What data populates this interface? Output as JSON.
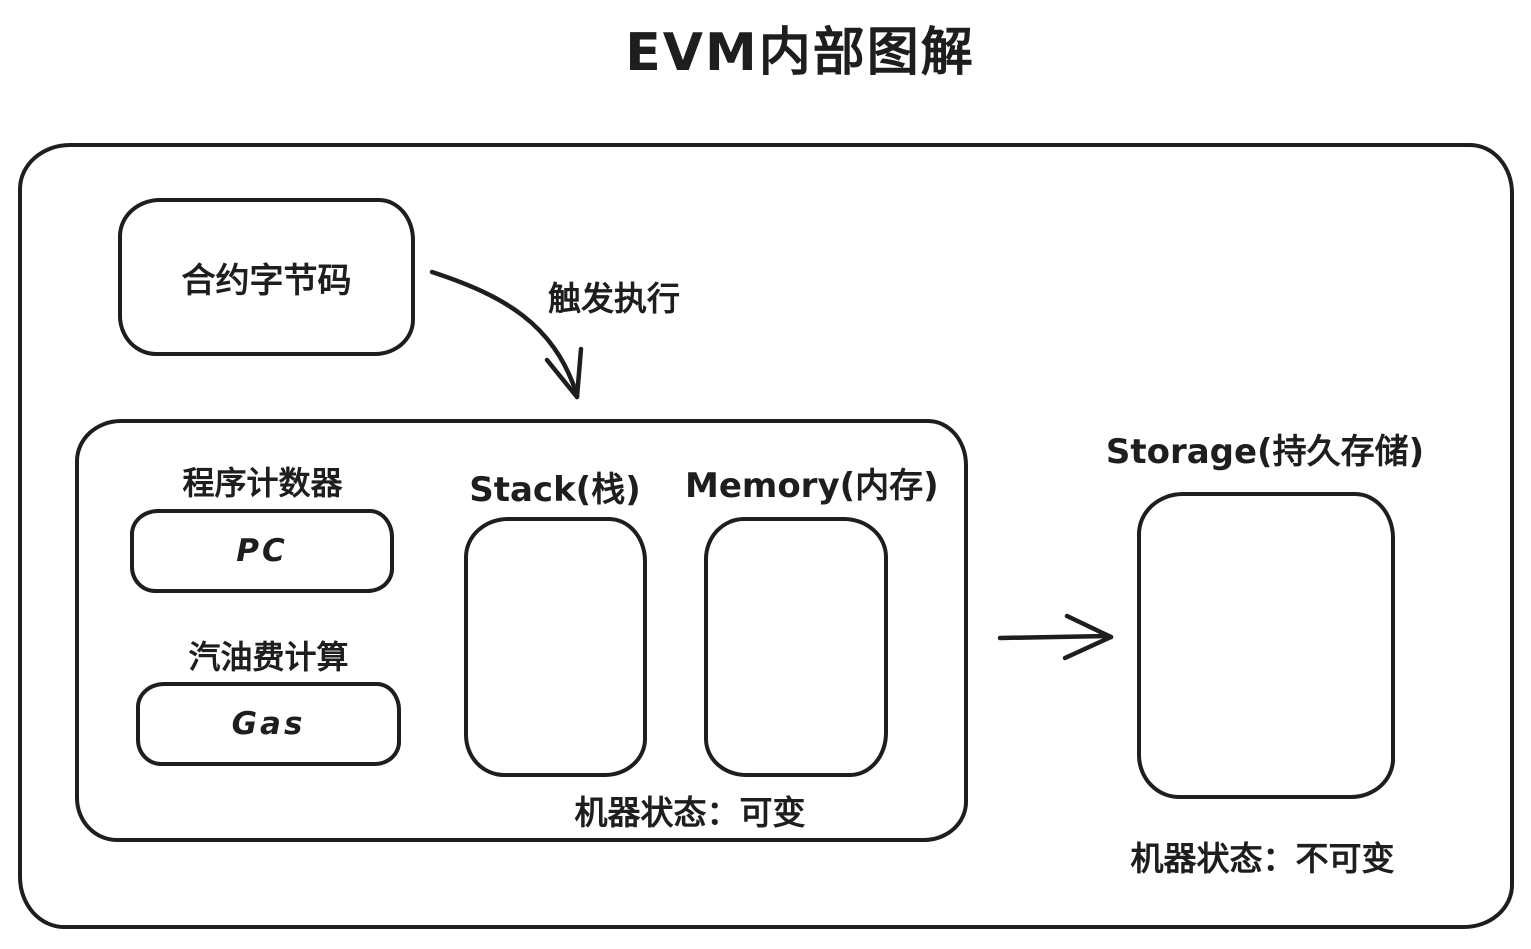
{
  "title": "EVM内部图解",
  "stroke_color": "#1e1e1e",
  "background_color": "#ffffff",
  "bytecode_box": {
    "label": "合约字节码"
  },
  "trigger_arrow": {
    "label": "触发执行"
  },
  "evm_machine_box": {
    "pc": {
      "label": "程序计数器",
      "value": "PC"
    },
    "gas": {
      "label": "汽油费计算",
      "value": "Gas"
    },
    "stack": {
      "label": "Stack(栈)"
    },
    "memory": {
      "label": "Memory(内存)"
    },
    "state_note": "机器状态：可变"
  },
  "storage": {
    "label": "Storage(持久存储)",
    "state_note": "机器状态：不可变"
  }
}
